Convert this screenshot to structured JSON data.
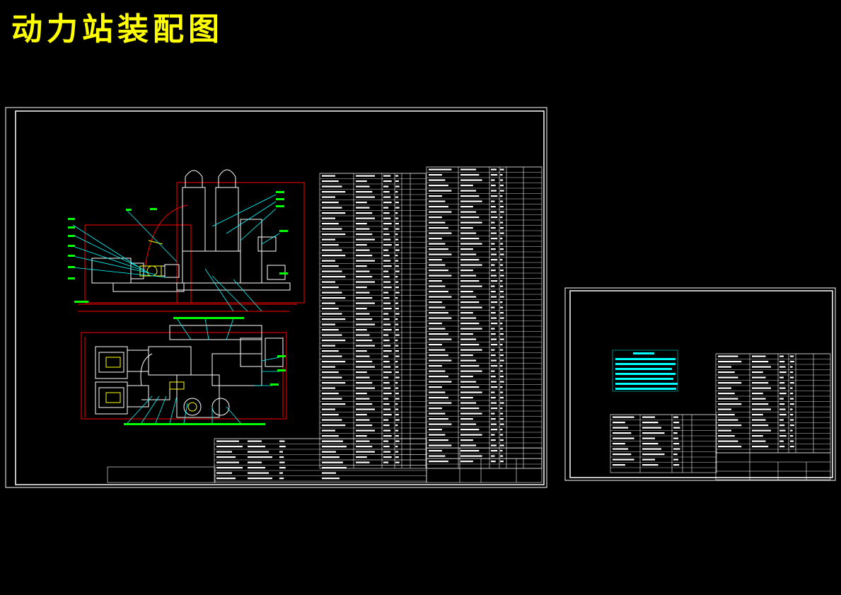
{
  "title": "动力站装配图",
  "colors": {
    "title": "#ffff00",
    "frame": "#ffffff",
    "drawing": "#ffffff",
    "accent": "#ff0000",
    "leader": "#00ffff",
    "label": "#00ff00",
    "equipment": "#ffff00",
    "notes": "#00ffff"
  },
  "sheets": [
    {
      "name": "main-sheet"
    },
    {
      "name": "secondary-sheet"
    }
  ]
}
